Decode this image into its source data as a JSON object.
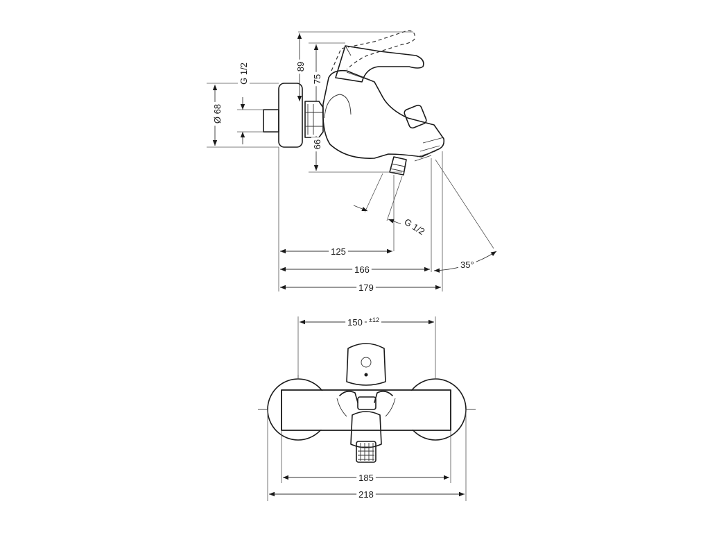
{
  "side_view": {
    "dims": {
      "d89": "89",
      "d75": "75",
      "d66": "66",
      "dia68": "Ø 68",
      "g12_top": "G 1/2",
      "g12_bottom": "G 1/2",
      "d125": "125",
      "d166": "166",
      "d179": "179",
      "angle35": "35°"
    }
  },
  "front_view": {
    "dims": {
      "d150": "150",
      "d150_tol": "±12",
      "d185": "185",
      "d218": "218"
    }
  },
  "colors": {
    "line": "#1a1a1a",
    "background": "#ffffff"
  }
}
